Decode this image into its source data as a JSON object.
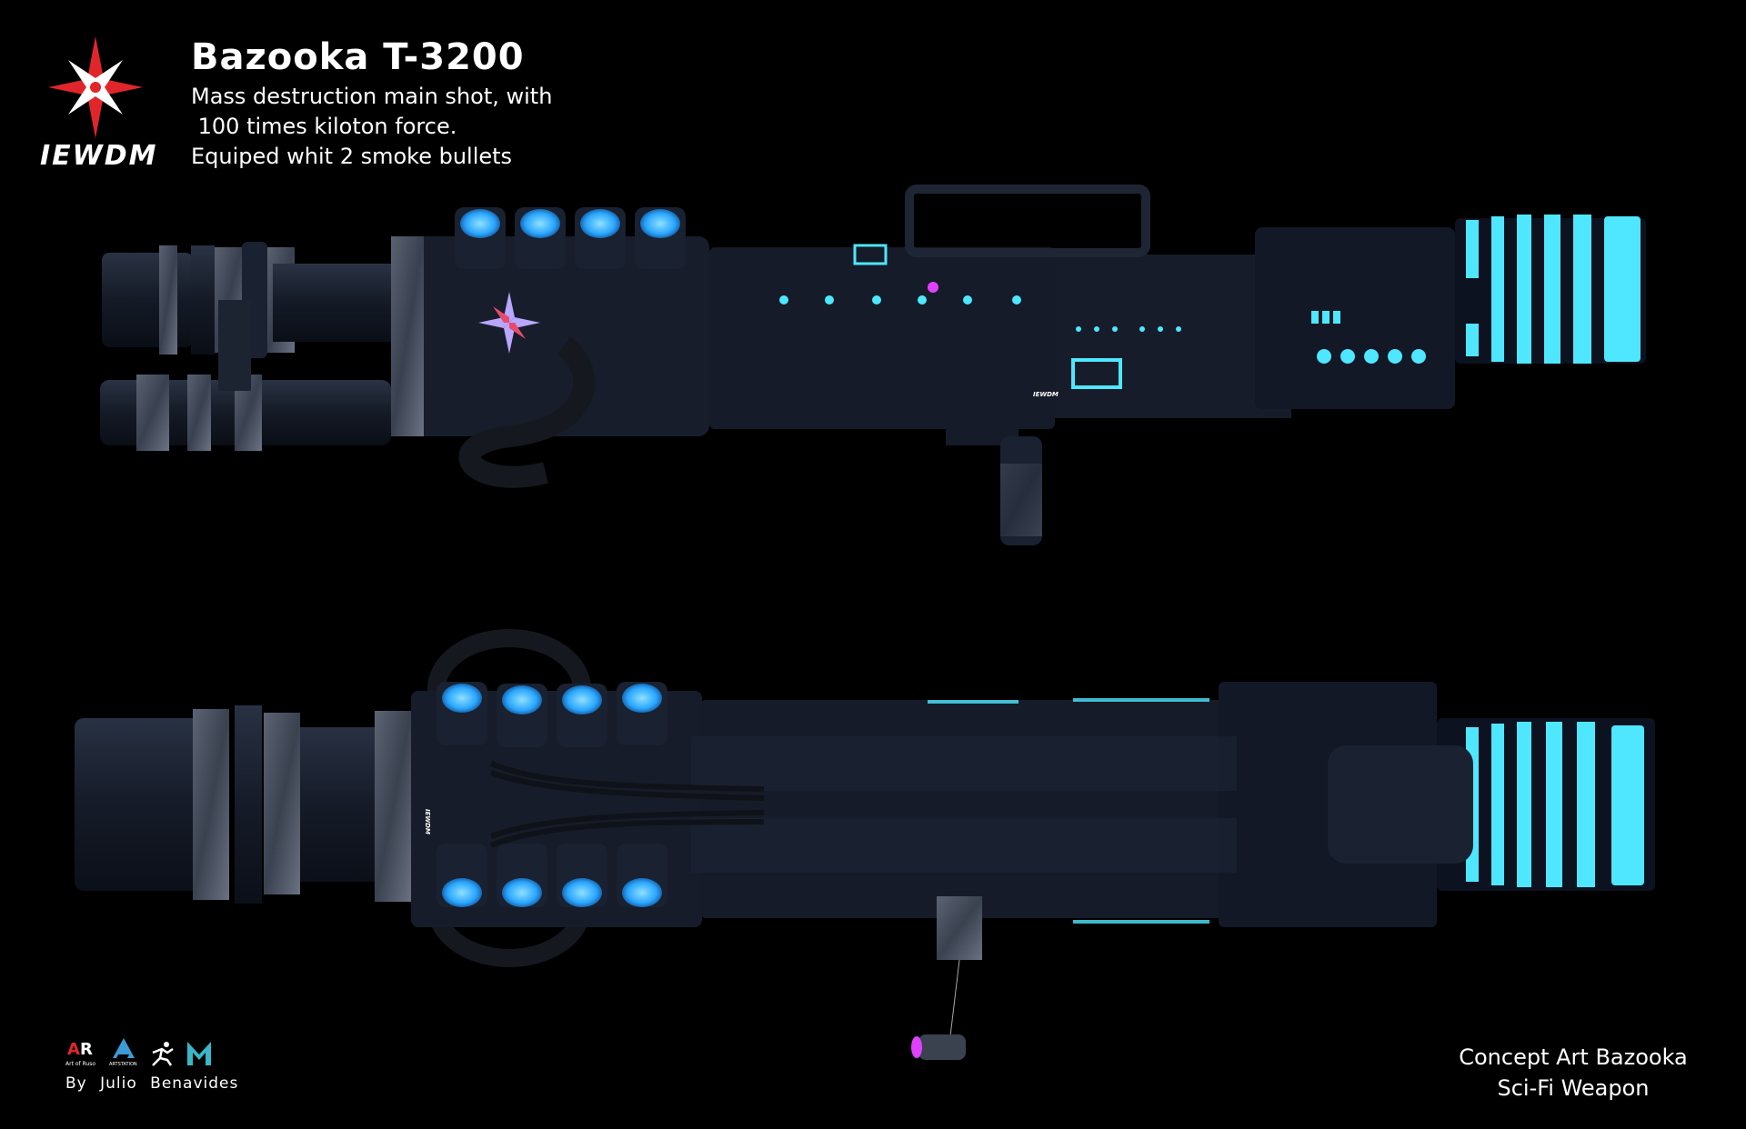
{
  "brand": {
    "logo_text": "IEWDM",
    "accent": "#e0262a",
    "icon": "compass-star-icon"
  },
  "header": {
    "title": "Bazooka T-3200",
    "desc_lines": [
      "Mass destruction main shot, with",
      " 100 times kiloton force.",
      "Equiped whit 2 smoke bullets"
    ]
  },
  "credits": {
    "icons": [
      "art-of-ruso-icon",
      "artstation-icon",
      "zbrush-icon",
      "maya-icon"
    ],
    "icon_labels": {
      "ruso_small": "Art of Ruso",
      "artstation_small": "ARTSTATION"
    },
    "byline": "By Julio Benavides"
  },
  "caption": {
    "line1": "Concept Art Bazooka",
    "line2": "Sci-Fi Weapon"
  },
  "colors": {
    "glow": "#39b8ff",
    "cyan": "#4ee7ff",
    "body": "#1b2233",
    "magenta": "#e040ff"
  },
  "weapon_labels": {
    "stamp": "IEWDM"
  }
}
